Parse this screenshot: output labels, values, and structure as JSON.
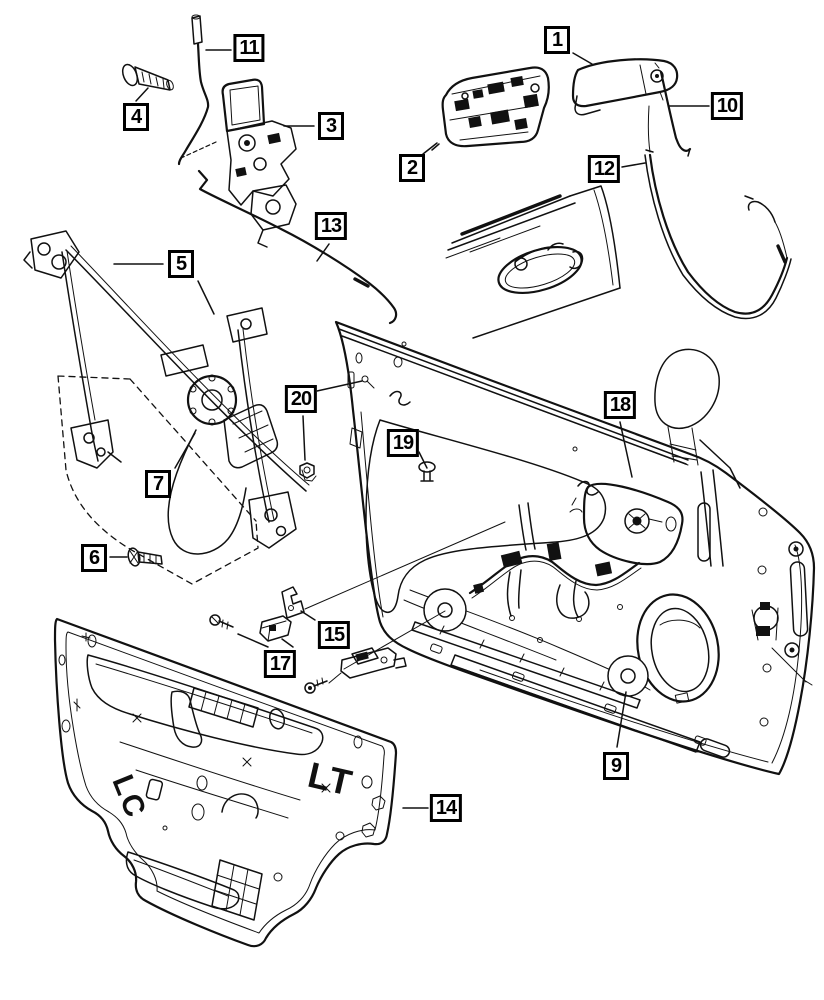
{
  "callouts": [
    {
      "label": "1"
    },
    {
      "label": "2"
    },
    {
      "label": "3"
    },
    {
      "label": "4"
    },
    {
      "label": "5"
    },
    {
      "label": "6"
    },
    {
      "label": "7"
    },
    {
      "label": "9"
    },
    {
      "label": "10"
    },
    {
      "label": "11"
    },
    {
      "label": "12"
    },
    {
      "label": "13"
    },
    {
      "label": "14"
    },
    {
      "label": "15"
    },
    {
      "label": "17"
    },
    {
      "label": "18"
    },
    {
      "label": "19"
    },
    {
      "label": "20"
    }
  ],
  "markings": {
    "panel_marking_right": "LT",
    "panel_marking_left": "LC"
  },
  "colors": {
    "line": "#111111",
    "background": "#ffffff",
    "callout_border": "#000000"
  }
}
